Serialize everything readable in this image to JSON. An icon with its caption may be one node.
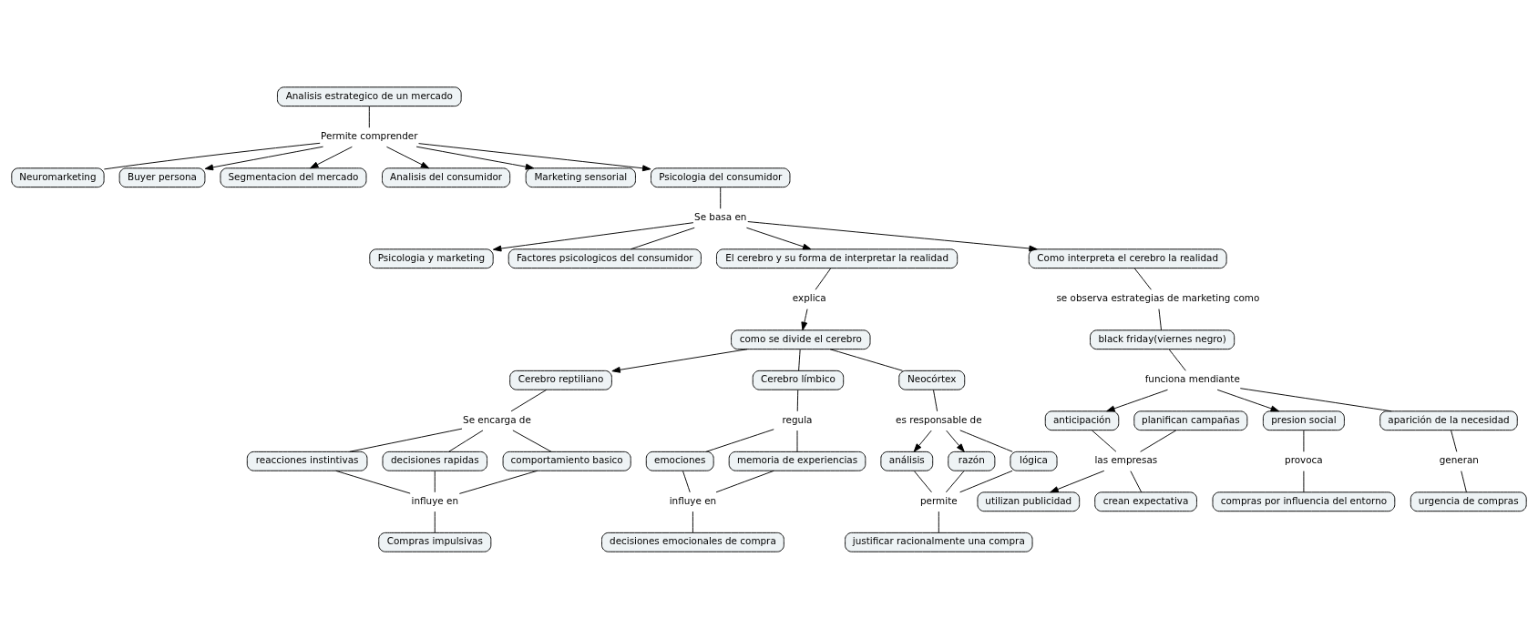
{
  "diagram": {
    "nodes": [
      {
        "text": [
          "Analisis estrategico de un mercado"
        ]
      },
      {
        "text": [
          "Permite comprender"
        ]
      },
      {
        "text": [
          "Neuromarketing"
        ]
      },
      {
        "text": [
          "Buyer persona"
        ]
      },
      {
        "text": [
          "Segmentacion del mercado"
        ]
      },
      {
        "text": [
          "Analisis del consumidor"
        ]
      },
      {
        "text": [
          "Marketing sensorial"
        ]
      },
      {
        "text": [
          "Psicologia del consumidor"
        ]
      },
      {
        "text": [
          "Se basa en"
        ]
      },
      {
        "text": [
          "Psicologia y marketing"
        ]
      },
      {
        "text": [
          "Factores psicologicos del consumidor"
        ]
      },
      {
        "text": [
          "El cerebro y su forma de interpretar la realidad"
        ]
      },
      {
        "text": [
          "Como interpreta el cerebro la realidad"
        ]
      },
      {
        "text": [
          "explica"
        ]
      },
      {
        "text": [
          "se observa estrategias de marketing como"
        ]
      },
      {
        "text": [
          "como se divide el cerebro"
        ]
      },
      {
        "text": [
          "black friday(viernes negro)"
        ]
      },
      {
        "text": [
          "Cerebro reptiliano"
        ]
      },
      {
        "text": [
          "Cerebro límbico"
        ]
      },
      {
        "text": [
          "Neocórtex"
        ]
      },
      {
        "text": [
          "Se encarga de"
        ]
      },
      {
        "text": [
          "regula"
        ]
      },
      {
        "text": [
          "es responsable de"
        ]
      },
      {
        "text": [
          "análisis"
        ]
      },
      {
        "text": [
          "razón"
        ]
      },
      {
        "text": [
          "lógica"
        ]
      },
      {
        "text": [
          "permite"
        ]
      },
      {
        "text": [
          "emociones"
        ]
      },
      {
        "text": [
          "memoria de experiencias"
        ]
      },
      {
        "text": [
          "reacciones instintivas"
        ]
      },
      {
        "text": [
          "decisiones rapidas"
        ]
      },
      {
        "text": [
          "comportamiento basico"
        ]
      },
      {
        "text": [
          "influye en"
        ]
      },
      {
        "text": [
          "Compras impulsivas"
        ]
      },
      {
        "text": [
          "influye en"
        ]
      },
      {
        "text": [
          "decisiones emocionales de compra"
        ]
      },
      {
        "text": [
          "justificar racionalmente una compra"
        ]
      },
      {
        "text": [
          "funciona mendiante"
        ]
      },
      {
        "text": [
          "anticipación"
        ]
      },
      {
        "text": [
          "presion social"
        ]
      },
      {
        "text": [
          "aparición de la necesidad"
        ]
      },
      {
        "text": [
          "generan"
        ]
      },
      {
        "text": [
          "urgencia de compras"
        ]
      },
      {
        "text": [
          "provoca"
        ]
      },
      {
        "text": [
          "compras por influencia del entorno"
        ]
      },
      {
        "text": [
          "las empresas"
        ]
      },
      {
        "text": [
          "utilizan publicidad"
        ]
      },
      {
        "text": [
          "crean expectativa"
        ]
      },
      {
        "text": [
          "planifican campañas"
        ]
      }
    ],
    "edges": [
      {
        "from": 0,
        "to": 1,
        "arrow": "none"
      },
      {
        "from": 1,
        "to": 2,
        "arrow": "none"
      },
      {
        "from": 1,
        "to": 3,
        "arrow": "to"
      },
      {
        "from": 1,
        "to": 4,
        "arrow": "to"
      },
      {
        "from": 1,
        "to": 5,
        "arrow": "to"
      },
      {
        "from": 1,
        "to": 6,
        "arrow": "to"
      },
      {
        "from": 1,
        "to": 7,
        "arrow": "to"
      },
      {
        "from": 7,
        "to": 8,
        "arrow": "none"
      },
      {
        "from": 8,
        "to": 9,
        "arrow": "to"
      },
      {
        "from": 8,
        "to": 10,
        "arrow": "none"
      },
      {
        "from": 8,
        "to": 11,
        "arrow": "to"
      },
      {
        "from": 8,
        "to": 12,
        "arrow": "to"
      },
      {
        "from": 11,
        "to": 13,
        "arrow": "none"
      },
      {
        "from": 13,
        "to": 15,
        "arrow": "to"
      },
      {
        "from": 12,
        "to": 14,
        "arrow": "none"
      },
      {
        "from": 14,
        "to": 16,
        "arrow": "none"
      },
      {
        "from": 15,
        "to": 17,
        "arrow": "to"
      },
      {
        "from": 15,
        "to": 18,
        "arrow": "none"
      },
      {
        "from": 15,
        "to": 19,
        "arrow": "none"
      },
      {
        "from": 17,
        "to": 20,
        "arrow": "none"
      },
      {
        "from": 20,
        "to": 29,
        "arrow": "none"
      },
      {
        "from": 20,
        "to": 30,
        "arrow": "none"
      },
      {
        "from": 20,
        "to": 31,
        "arrow": "none"
      },
      {
        "from": 18,
        "to": 21,
        "arrow": "none"
      },
      {
        "from": 21,
        "to": 27,
        "arrow": "none"
      },
      {
        "from": 21,
        "to": 28,
        "arrow": "none"
      },
      {
        "from": 19,
        "to": 22,
        "arrow": "none"
      },
      {
        "from": 22,
        "to": 23,
        "arrow": "to"
      },
      {
        "from": 22,
        "to": 24,
        "arrow": "to"
      },
      {
        "from": 22,
        "to": 25,
        "arrow": "none"
      },
      {
        "from": 23,
        "to": 26,
        "arrow": "none"
      },
      {
        "from": 24,
        "to": 26,
        "arrow": "none"
      },
      {
        "from": 25,
        "to": 26,
        "arrow": "none"
      },
      {
        "from": 26,
        "to": 36,
        "arrow": "none"
      },
      {
        "from": 29,
        "to": 32,
        "arrow": "none"
      },
      {
        "from": 30,
        "to": 32,
        "arrow": "none"
      },
      {
        "from": 31,
        "to": 32,
        "arrow": "none"
      },
      {
        "from": 32,
        "to": 33,
        "arrow": "none"
      },
      {
        "from": 27,
        "to": 34,
        "arrow": "none"
      },
      {
        "from": 28,
        "to": 34,
        "arrow": "none"
      },
      {
        "from": 34,
        "to": 35,
        "arrow": "none"
      },
      {
        "from": 16,
        "to": 37,
        "arrow": "none"
      },
      {
        "from": 37,
        "to": 40,
        "arrow": "none"
      },
      {
        "from": 37,
        "to": 38,
        "arrow": "to"
      },
      {
        "from": 37,
        "to": 39,
        "arrow": "to"
      },
      {
        "from": 40,
        "to": 41,
        "arrow": "none"
      },
      {
        "from": 41,
        "to": 42,
        "arrow": "none"
      },
      {
        "from": 39,
        "to": 43,
        "arrow": "none"
      },
      {
        "from": 43,
        "to": 44,
        "arrow": "none"
      },
      {
        "from": 38,
        "to": 45,
        "arrow": "none"
      },
      {
        "from": 45,
        "to": 46,
        "arrow": "to"
      },
      {
        "from": 45,
        "to": 47,
        "arrow": "none"
      },
      {
        "from": 48,
        "to": 45,
        "arrow": "none"
      }
    ]
  }
}
